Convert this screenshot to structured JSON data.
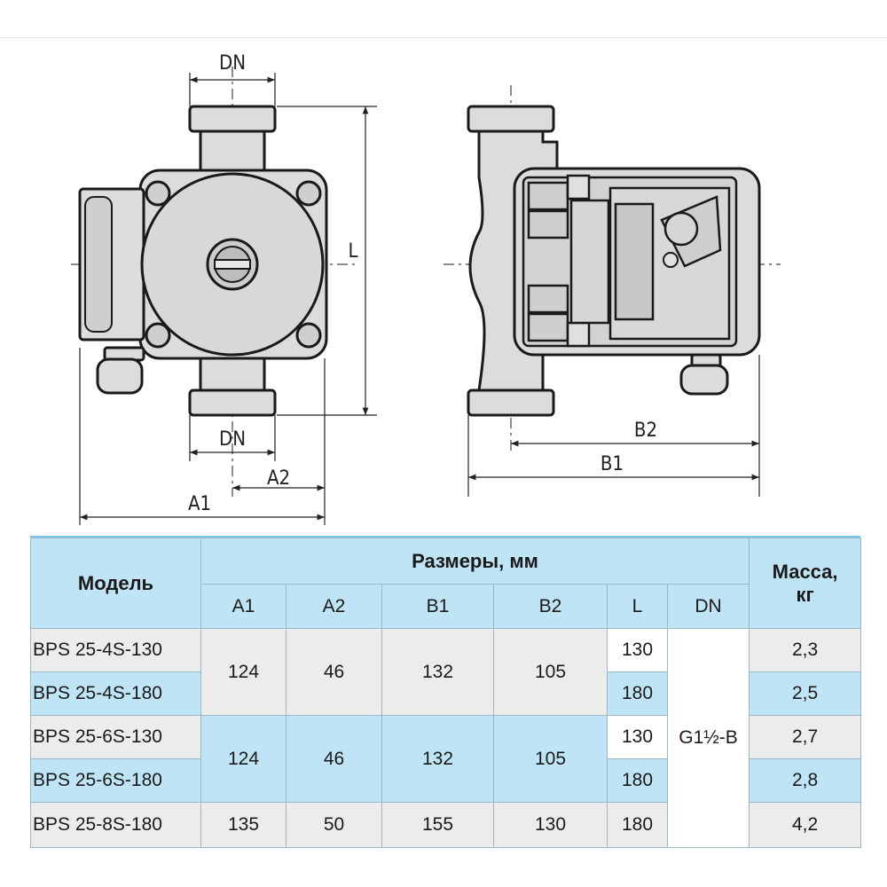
{
  "labels": {
    "dn_top": "DN",
    "dn_bottom": "DN",
    "l": "L",
    "a1": "A1",
    "a2": "A2",
    "b1": "B1",
    "b2": "B2"
  },
  "table": {
    "model_header": "Модель",
    "dims_header": "Размеры, мм",
    "mass_header_line1": "Масса,",
    "mass_header_line2": "кг",
    "columns": [
      "A1",
      "A2",
      "B1",
      "B2",
      "L",
      "DN"
    ],
    "models": [
      "BPS 25-4S-130",
      "BPS 25-4S-180",
      "BPS 25-6S-130",
      "BPS 25-6S-180",
      "BPS 25-8S-180"
    ],
    "group1": {
      "a1": "124",
      "a2": "46",
      "b1": "132",
      "b2": "105"
    },
    "group2": {
      "a1": "124",
      "a2": "46",
      "b1": "132",
      "b2": "105"
    },
    "group3": {
      "a1": "135",
      "a2": "50",
      "b1": "155",
      "b2": "130"
    },
    "l_values": [
      "130",
      "180",
      "130",
      "180",
      "180"
    ],
    "dn_value": "G1½-B",
    "mass_values": [
      "2,3",
      "2,5",
      "2,7",
      "2,8",
      "4,2"
    ]
  }
}
